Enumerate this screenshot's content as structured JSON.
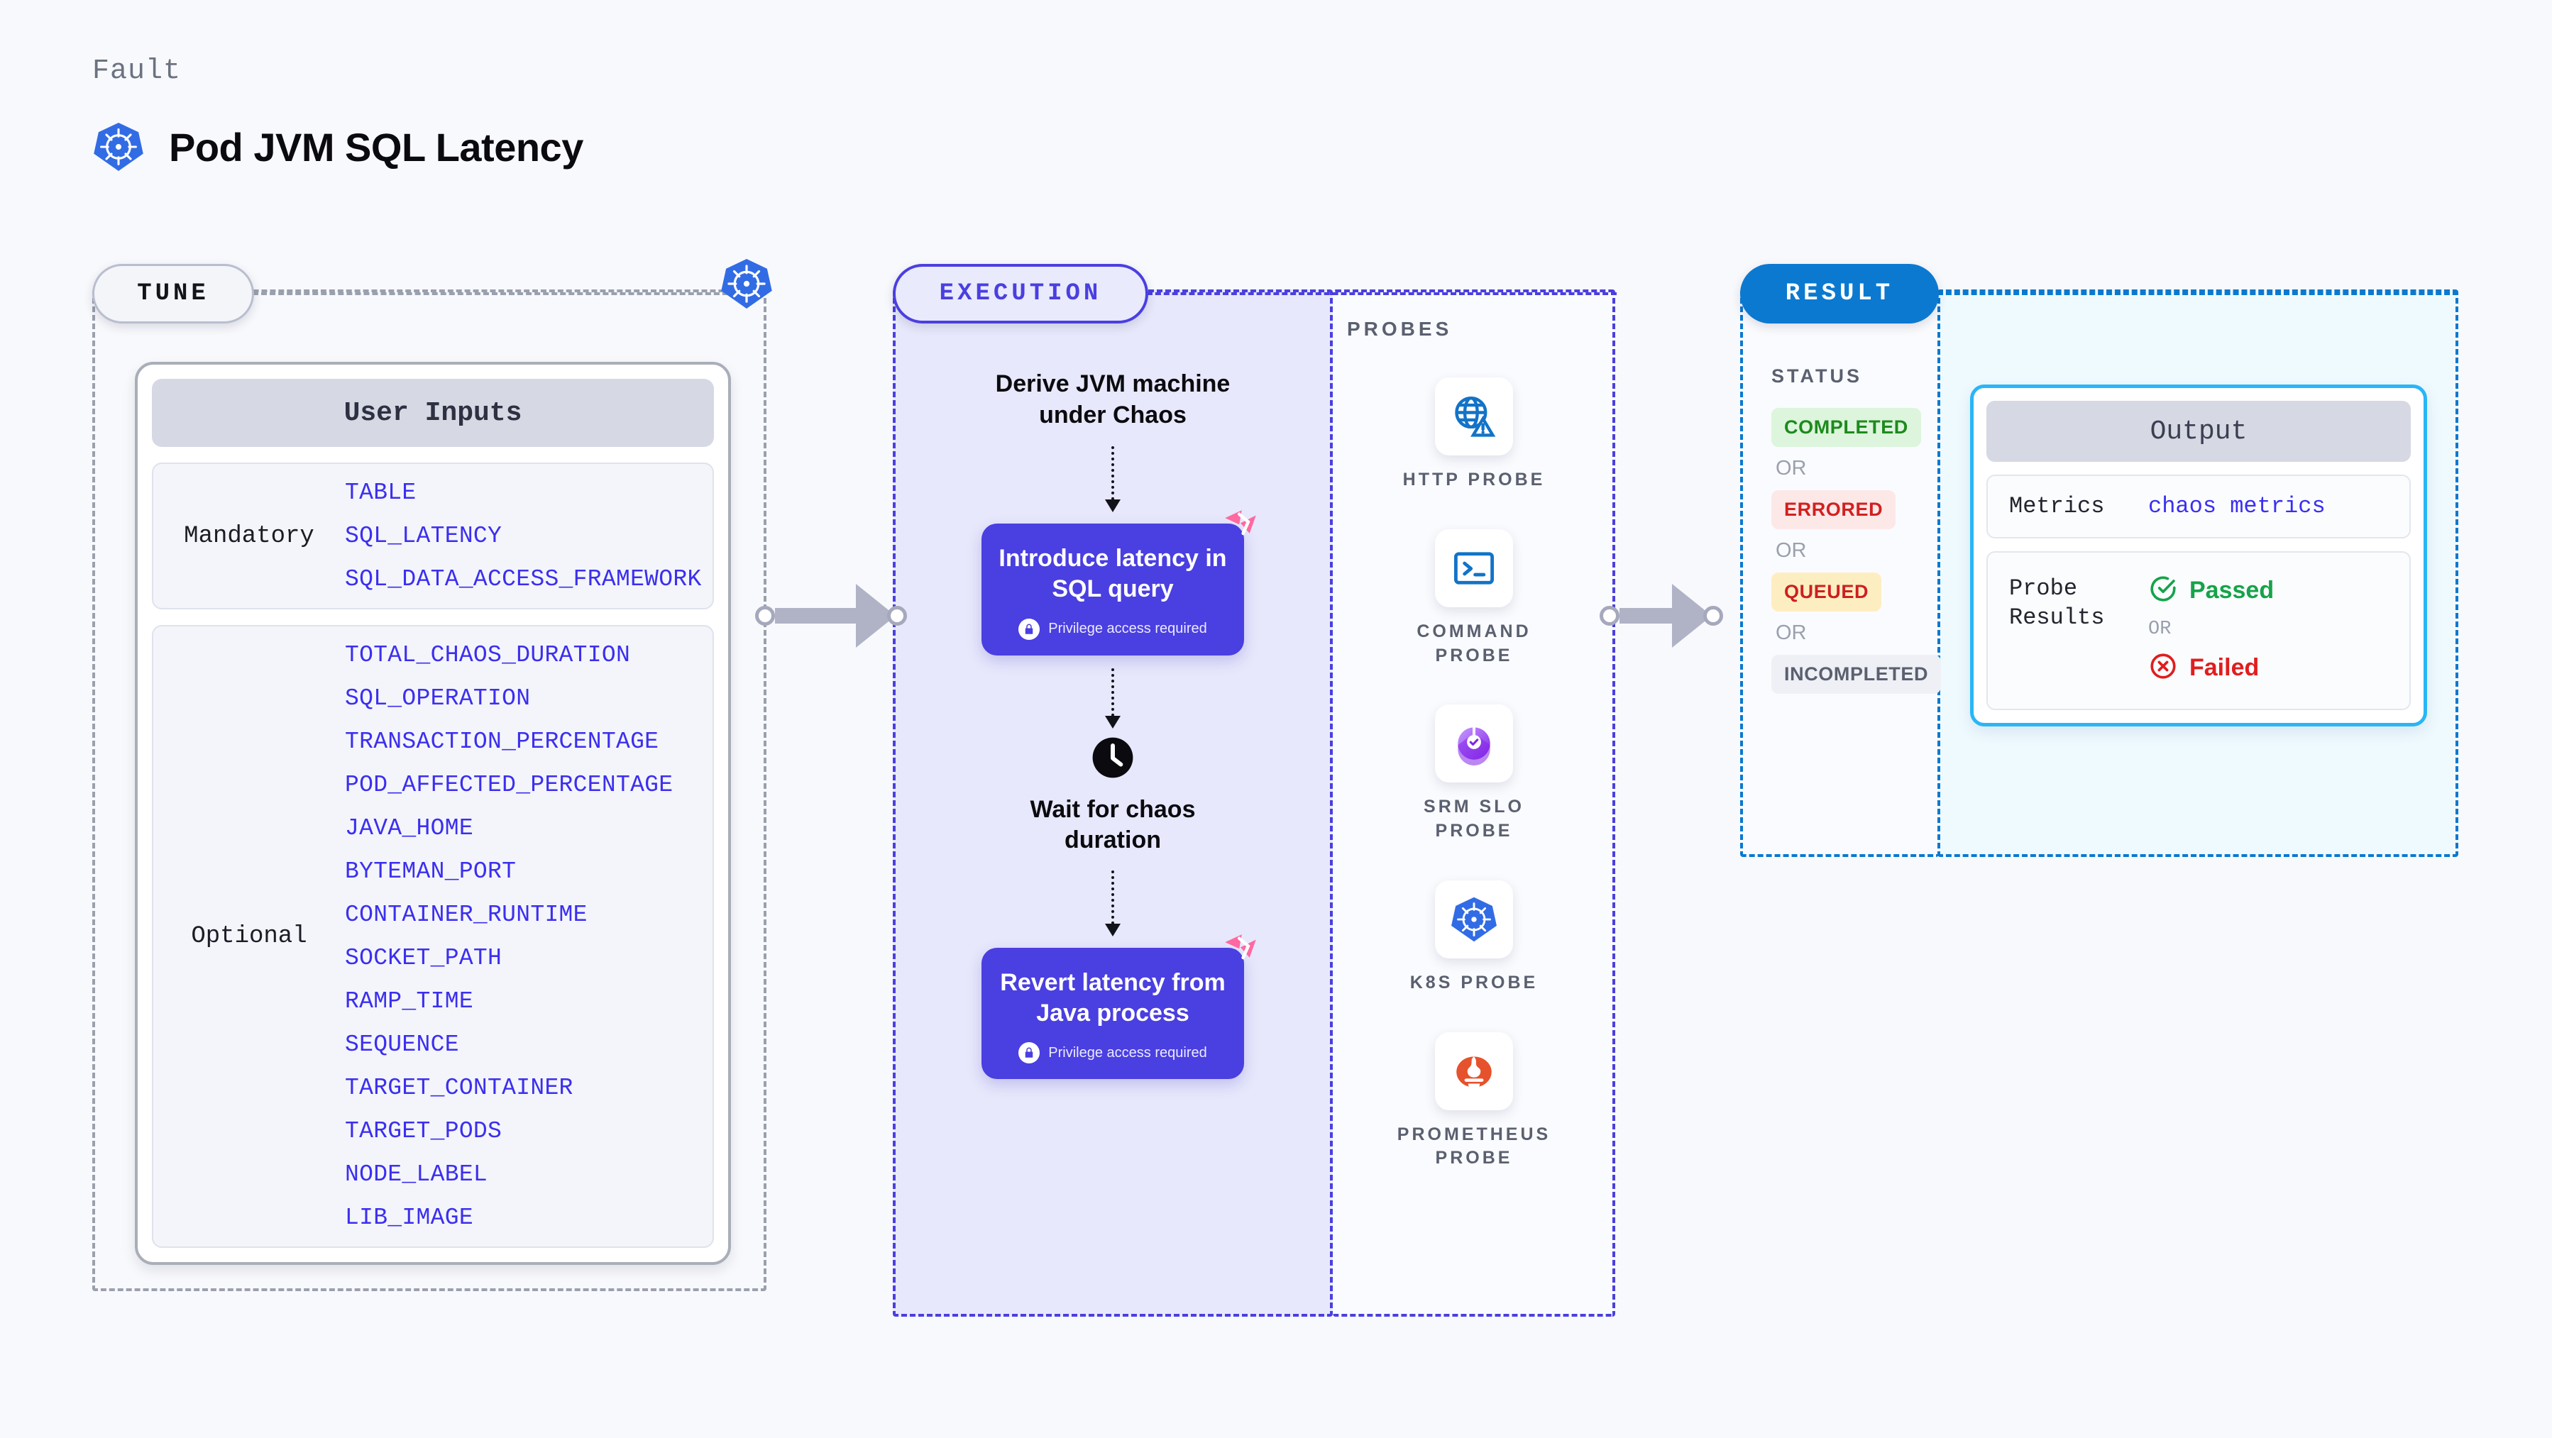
{
  "header": {
    "kicker": "Fault",
    "title": "Pod JVM SQL Latency",
    "icon": "kubernetes-icon"
  },
  "colors": {
    "background": "#f8f9fc",
    "tune_border": "#9aa0ad",
    "execution_accent": "#4a3fe0",
    "execution_fill": "#e7e8fb",
    "result_accent": "#0b79d0",
    "output_accent": "#29b6f6",
    "param_link": "#3b2ff0",
    "harness_pink": "#ff68a0",
    "passed_green": "#16a34a",
    "failed_red": "#e11d1d"
  },
  "tune": {
    "pill_label": "TUNE",
    "k8s_icon": "kubernetes-icon",
    "card_title": "User Inputs",
    "groups": [
      {
        "label": "Mandatory",
        "params": [
          "TABLE",
          "SQL_LATENCY",
          "SQL_DATA_ACCESS_FRAMEWORK"
        ]
      },
      {
        "label": "Optional",
        "params": [
          "TOTAL_CHAOS_DURATION",
          "SQL_OPERATION",
          "TRANSACTION_PERCENTAGE",
          "POD_AFFECTED_PERCENTAGE",
          "JAVA_HOME",
          "BYTEMAN_PORT",
          "CONTAINER_RUNTIME",
          "SOCKET_PATH",
          "RAMP_TIME",
          "SEQUENCE",
          "TARGET_CONTAINER",
          "TARGET_PODS",
          "NODE_LABEL",
          "LIB_IMAGE"
        ]
      }
    ]
  },
  "execution": {
    "pill_label": "EXECUTION",
    "step_1_text": "Derive JVM machine\nunder Chaos",
    "step_2": {
      "title": "Introduce latency in\nSQL query",
      "privilege_note": "Privilege access required",
      "badge": "harness-logo-icon",
      "lock": "lock-icon"
    },
    "step_3": {
      "icon": "clock-icon",
      "text": "Wait for chaos\nduration"
    },
    "step_4": {
      "title": "Revert latency from\nJava process",
      "privilege_note": "Privilege access required",
      "badge": "harness-logo-icon",
      "lock": "lock-icon"
    }
  },
  "probes": {
    "title": "PROBES",
    "items": [
      {
        "label": "HTTP PROBE",
        "icon": "globe-warning-icon"
      },
      {
        "label": "COMMAND\nPROBE",
        "icon": "terminal-icon"
      },
      {
        "label": "SRM SLO\nPROBE",
        "icon": "srm-slo-icon"
      },
      {
        "label": "K8S PROBE",
        "icon": "kubernetes-icon"
      },
      {
        "label": "PROMETHEUS\nPROBE",
        "icon": "prometheus-icon"
      }
    ]
  },
  "result": {
    "pill_label": "RESULT",
    "status_title": "STATUS",
    "or_label": "OR",
    "statuses": [
      {
        "label": "COMPLETED",
        "bg": "#dcf5dc",
        "fg": "#1d8a1d"
      },
      {
        "label": "ERRORED",
        "bg": "#fde8e8",
        "fg": "#d22020"
      },
      {
        "label": "QUEUED",
        "bg": "#fdeec2",
        "fg": "#cc2020"
      },
      {
        "label": "INCOMPLETED",
        "bg": "#eef0f5",
        "fg": "#5b6070"
      }
    ],
    "output": {
      "title": "Output",
      "metrics_key": "Metrics",
      "metrics_value": "chaos metrics",
      "probe_key": "Probe\nResults",
      "passed_label": "Passed",
      "or_label": "OR",
      "failed_label": "Failed",
      "passed_icon": "check-circle-icon",
      "failed_icon": "x-circle-icon"
    }
  }
}
